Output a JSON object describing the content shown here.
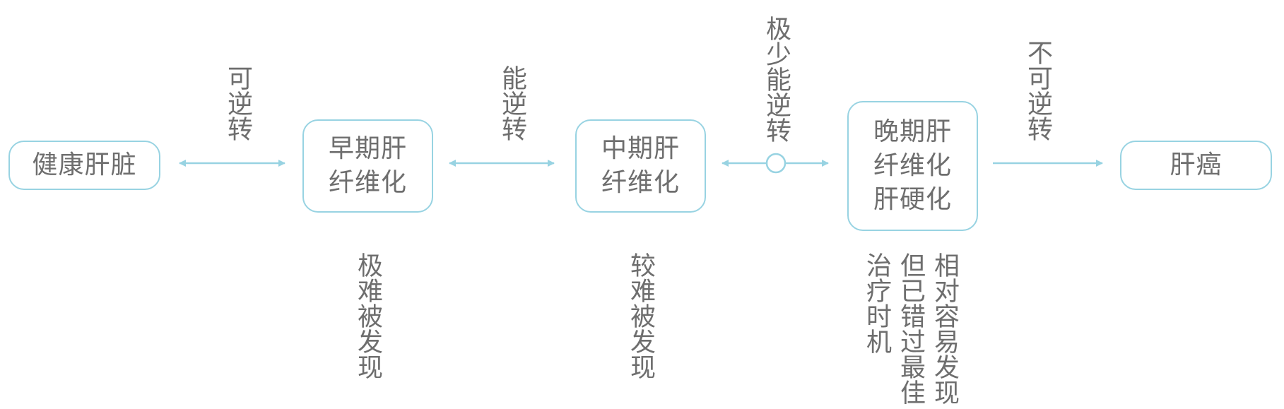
{
  "colors": {
    "accent": "#98d3e2",
    "text": "#6e6e6e",
    "background": "#ffffff"
  },
  "stages": [
    {
      "lines": [
        "健康肝脏"
      ]
    },
    {
      "lines": [
        "早期肝",
        "纤维化"
      ]
    },
    {
      "lines": [
        "中期肝",
        "纤维化"
      ]
    },
    {
      "lines": [
        "晚期肝",
        "纤维化",
        "肝硬化"
      ]
    },
    {
      "lines": [
        "肝癌"
      ]
    }
  ],
  "transitions": [
    {
      "label": "可逆转",
      "arrow": "double"
    },
    {
      "label": "能逆转",
      "arrow": "double"
    },
    {
      "label": "极少能逆转",
      "arrow": "double-with-circle"
    },
    {
      "label": "不可逆转",
      "arrow": "forward"
    }
  ],
  "notes": {
    "early": "极难被发现",
    "middle": "较难被发现",
    "late": [
      "相对容易发现",
      "但已错过最佳",
      "治疗时机"
    ]
  }
}
